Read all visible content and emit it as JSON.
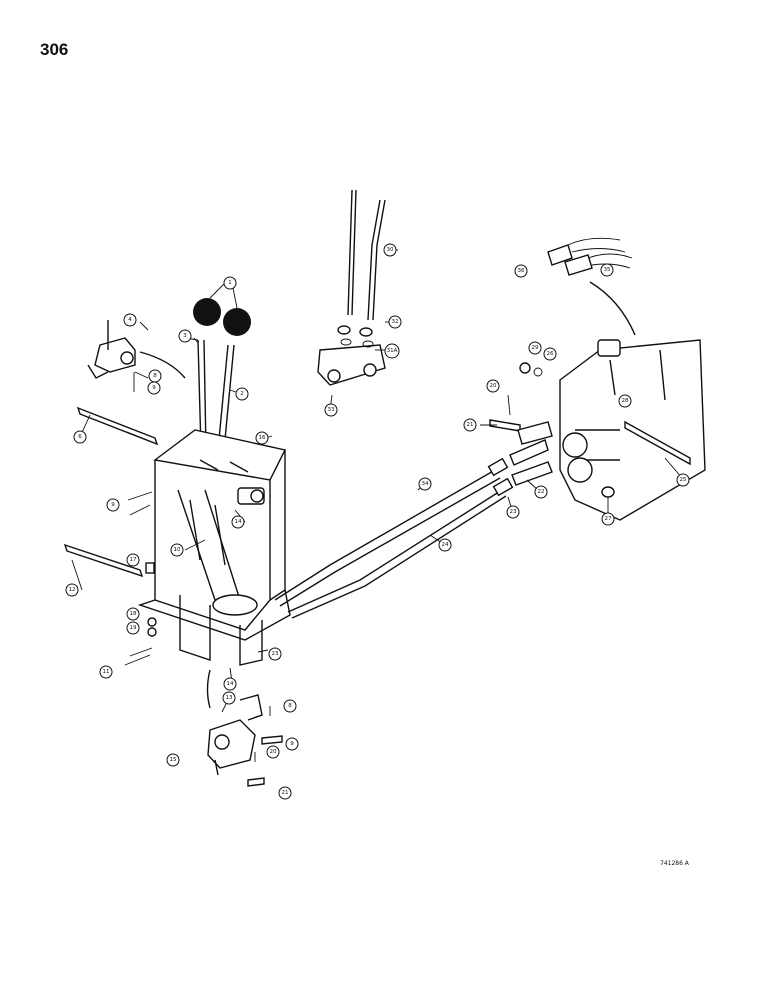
{
  "page_number": "306",
  "drawing_code": "741286 A",
  "callouts": [
    {
      "id": "c-1",
      "text": "1"
    },
    {
      "id": "c-2",
      "text": "2"
    },
    {
      "id": "c-3",
      "text": "3"
    },
    {
      "id": "c-4",
      "text": "4"
    },
    {
      "id": "c-8a",
      "text": "8"
    },
    {
      "id": "c-9a",
      "text": "9"
    },
    {
      "id": "c-6",
      "text": "6"
    },
    {
      "id": "c-9b",
      "text": "9"
    },
    {
      "id": "c-16",
      "text": "16"
    },
    {
      "id": "c-14a",
      "text": "14"
    },
    {
      "id": "c-10",
      "text": "10"
    },
    {
      "id": "c-17",
      "text": "17"
    },
    {
      "id": "c-12",
      "text": "12"
    },
    {
      "id": "c-18",
      "text": "18"
    },
    {
      "id": "c-19",
      "text": "19"
    },
    {
      "id": "c-11",
      "text": "11"
    },
    {
      "id": "c-23a",
      "text": "23"
    },
    {
      "id": "c-14b",
      "text": "14"
    },
    {
      "id": "c-13",
      "text": "13"
    },
    {
      "id": "c-8b",
      "text": "8"
    },
    {
      "id": "c-9c",
      "text": "9"
    },
    {
      "id": "c-20a",
      "text": "20"
    },
    {
      "id": "c-15",
      "text": "15"
    },
    {
      "id": "c-21a",
      "text": "21"
    },
    {
      "id": "c-30a",
      "text": "30"
    },
    {
      "id": "c-32",
      "text": "32"
    },
    {
      "id": "c-31a",
      "text": "31A"
    },
    {
      "id": "c-33",
      "text": "33"
    },
    {
      "id": "c-36",
      "text": "36"
    },
    {
      "id": "c-35",
      "text": "35"
    },
    {
      "id": "c-28",
      "text": "28"
    },
    {
      "id": "c-29",
      "text": "29"
    },
    {
      "id": "c-20b",
      "text": "20"
    },
    {
      "id": "c-26",
      "text": "26"
    },
    {
      "id": "c-21b",
      "text": "21"
    },
    {
      "id": "c-25",
      "text": "25"
    },
    {
      "id": "c-34",
      "text": "34"
    },
    {
      "id": "c-22",
      "text": "22"
    },
    {
      "id": "c-23b",
      "text": "23"
    },
    {
      "id": "c-24",
      "text": "24"
    },
    {
      "id": "c-27",
      "text": "27"
    }
  ]
}
